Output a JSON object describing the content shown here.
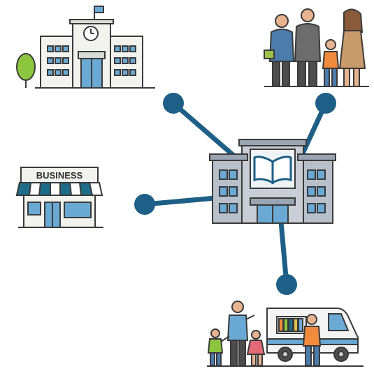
{
  "business_sign": "BUSINESS",
  "colors": {
    "connector": "#1d5f86",
    "building_wall": "#f2f2ef",
    "library_wall": "#c9ced6",
    "window": "#6aa9d4",
    "tree": "#8cc63f"
  },
  "nodes": [
    {
      "id": "library",
      "label_icon": "open-book-icon"
    },
    {
      "id": "school",
      "label_icon": "school-building-icon"
    },
    {
      "id": "families",
      "label_icon": "family-icon"
    },
    {
      "id": "business",
      "label_icon": "shop-icon"
    },
    {
      "id": "bookmobile",
      "label_icon": "bookmobile-van-icon"
    }
  ]
}
